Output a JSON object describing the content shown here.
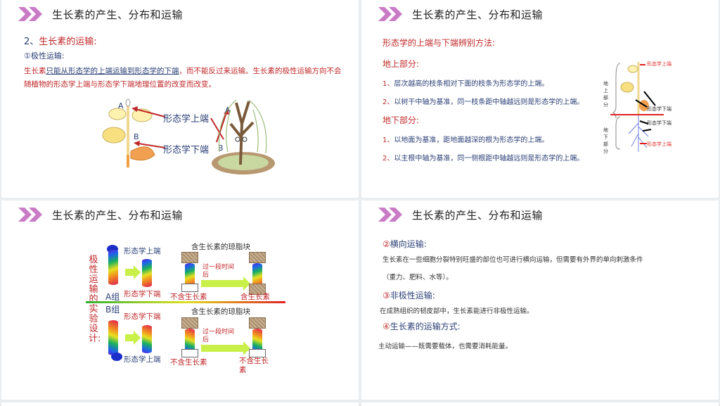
{
  "common": {
    "header_title": "生长素的产生、分布和运输",
    "chevron_color": "#c97bc6"
  },
  "slide1": {
    "heading_num": "2、",
    "heading": "生长素的运输:",
    "sub": "①极性运输:",
    "para_pre": "生长素",
    "para_underline": "只能从形态学的上端运输到形态学的下端",
    "para_post": "，而不能反过来运输。生长素的极性运输方向不会随植物的形态学上端与形态学下端地理位置的改变而改变。",
    "label_A": "A",
    "label_B": "B",
    "label_upper": "形态学上端",
    "label_lower": "形态学下端",
    "label_A2": "A",
    "label_B2": "B"
  },
  "slide2": {
    "title": "形态学的上端与下端辨别方法:",
    "above_heading": "地上部分:",
    "above_items": [
      {
        "num": "1、",
        "text": "层次越高的枝条相对下面的枝条为形态学的上端。"
      },
      {
        "num": "2、",
        "text": "以树干中轴为基准，同一枝条距中轴越远则是形态学的上端。"
      }
    ],
    "below_heading": "地下部分:",
    "below_items": [
      {
        "num": "1、",
        "text": "以地面为基准，距地面越深的根为形态学的上端。"
      },
      {
        "num": "2、",
        "text": "以主根中轴为基准，同一侧根距中轴越远则是形态学的上端。"
      }
    ],
    "diagram": {
      "above_label": "地上部分",
      "below_label": "地下部分",
      "upper1": "形态学上端",
      "lower1": "形态学下端",
      "lower2": "形态学下端",
      "upper2": "形态学上端"
    }
  },
  "slide3": {
    "vertical_label": "极性运输的实验设计:",
    "groupA": {
      "name": "A组",
      "top_label": "形态学上端",
      "bottom_label": "形态学下端",
      "agar_label": "含生长素的琼脂块",
      "time_label": "过一段时间后",
      "left_result": "不含生长素",
      "right_result": "含生长素"
    },
    "groupB": {
      "name": "B组",
      "top_label": "形态学下端",
      "bottom_label": "形态学上端",
      "agar_label": "含生长素的琼脂块",
      "time_label": "过一段时间后",
      "left_result": "不含生长素",
      "right_result": "不含生长素"
    }
  },
  "slide4": {
    "h1_num": "②",
    "h1": "横向运输:",
    "p1_line1": "生长素在一些细胞分裂特别旺盛的部位也可进行横向运输，但需要有外界的单向刺激条件",
    "p1_line2": "（重力、肥料、水等）。",
    "h2_num": "③",
    "h2": "非极性运输:",
    "p2": "在成熟组织的韧皮部中，生长素能进行非极性运输。",
    "h3_num": "④",
    "h3": "生长素的运输方式:",
    "p3": "主动运输——既需要载体，也需要消耗能量。"
  }
}
